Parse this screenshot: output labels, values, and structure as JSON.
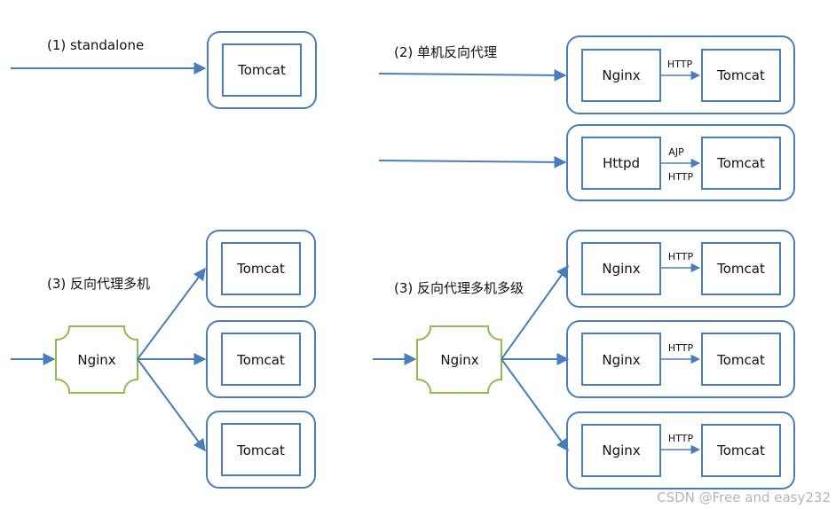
{
  "captions": {
    "standalone": "(1) standalone",
    "single_proxy": "(2) 单机反向代理",
    "multi_proxy": "(3) 反向代理多机",
    "multi_level": "(3) 反向代理多机多级"
  },
  "labels": {
    "tomcat": "Tomcat",
    "nginx": "Nginx",
    "httpd": "Httpd",
    "http": "HTTP",
    "ajp": "AJP"
  },
  "watermark": "CSDN @Free  and  easy232",
  "colors": {
    "box_border": "#4a7ebb",
    "arrow": "#4a7ebb",
    "nginx_border": "#8fbc4f",
    "text": "#111111"
  }
}
